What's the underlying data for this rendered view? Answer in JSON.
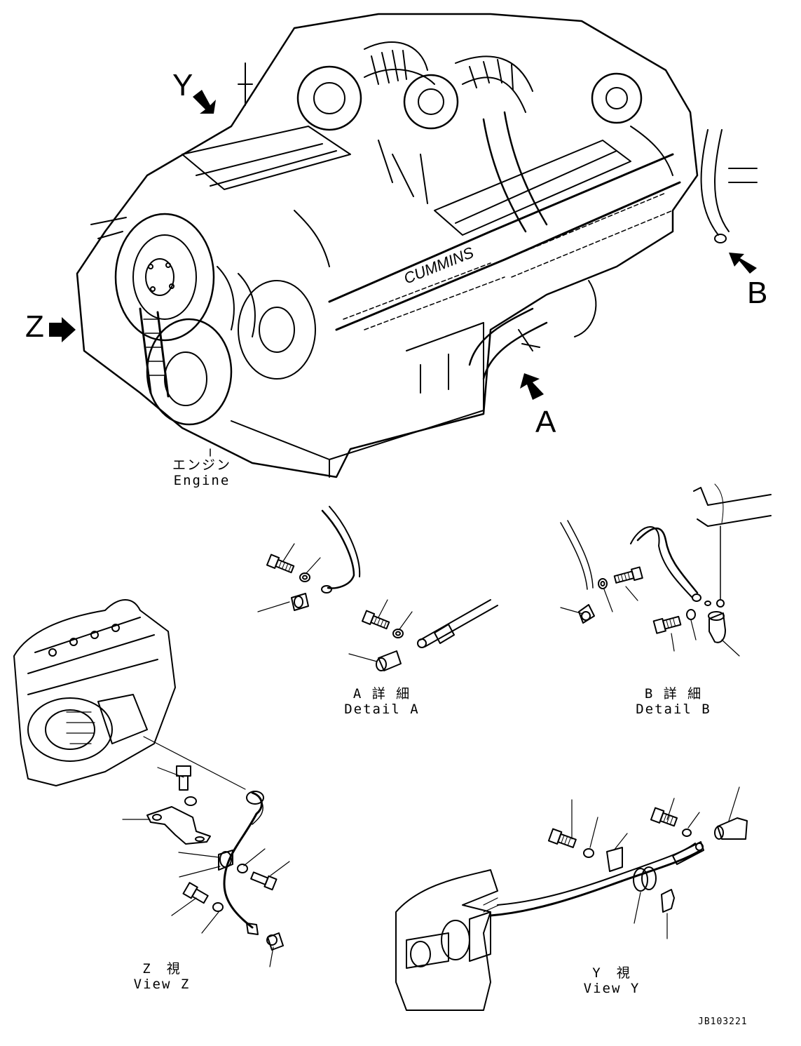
{
  "view_letters": {
    "y": "Y",
    "z": "Z",
    "a": "A",
    "b": "B"
  },
  "captions": {
    "engine_jp": "エンジン",
    "engine_en": "Engine",
    "detail_a_jp": "A 詳 細",
    "detail_a_en": "Detail A",
    "detail_b_jp": "B 詳 細",
    "detail_b_en": "Detail B",
    "view_z_jp": "Z　視",
    "view_z_en": "View Z",
    "view_y_jp": "Y　視",
    "view_y_en": "View Y"
  },
  "drawing_code": "JB103221",
  "colors": {
    "ink": "#000000",
    "paper": "#ffffff"
  }
}
